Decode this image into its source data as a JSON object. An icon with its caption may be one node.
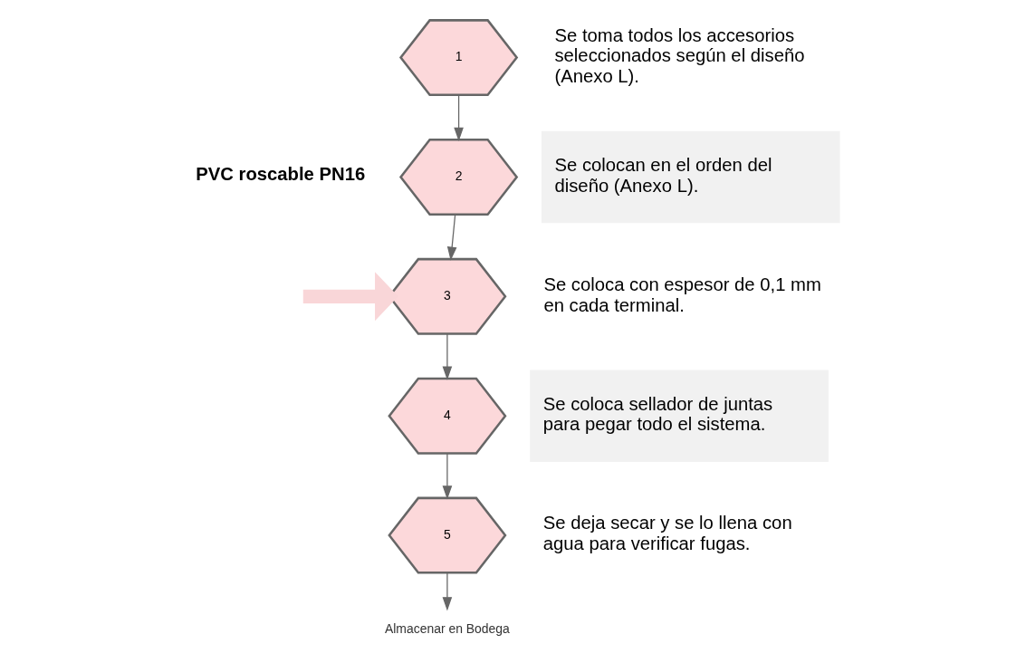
{
  "diagram": {
    "nodes": [
      {
        "text": [
          "1"
        ],
        "beside": [
          "Se toma todos los accesorios seleccionados según el diseño (Anexo L)."
        ]
      },
      {
        "text": [
          "2"
        ],
        "beside": [
          "Se colocan en el orden del diseño (Anexo L)."
        ]
      },
      {
        "text": [
          "3"
        ],
        "beside": [
          "Se coloca con espesor de 0,1 mm en cada terminal."
        ]
      },
      {
        "text": [
          "4"
        ],
        "beside": [
          "Se coloca sellador de juntas para pegar todo el sistema."
        ]
      },
      {
        "text": [
          "5"
        ],
        "beside": [
          "Se deja secar y se lo llena con agua para verificar fugas."
        ]
      },
      {
        "text": [
          "Almacenar en Bodega"
        ]
      }
    ],
    "edges": [
      {
        "from": 0,
        "to": 1,
        "arrow": "to"
      },
      {
        "from": 1,
        "to": 2,
        "arrow": "to"
      },
      {
        "from": 2,
        "to": 3,
        "arrow": "to"
      },
      {
        "from": 3,
        "to": 4,
        "arrow": "to"
      },
      {
        "from": 4,
        "to": 5,
        "arrow": "to"
      },
      {
        "from": null,
        "to": 2,
        "arrow": "to",
        "style": "thick",
        "color": "#f9d6d8"
      }
    ],
    "labels": [
      "PVC roscable PN16"
    ]
  }
}
